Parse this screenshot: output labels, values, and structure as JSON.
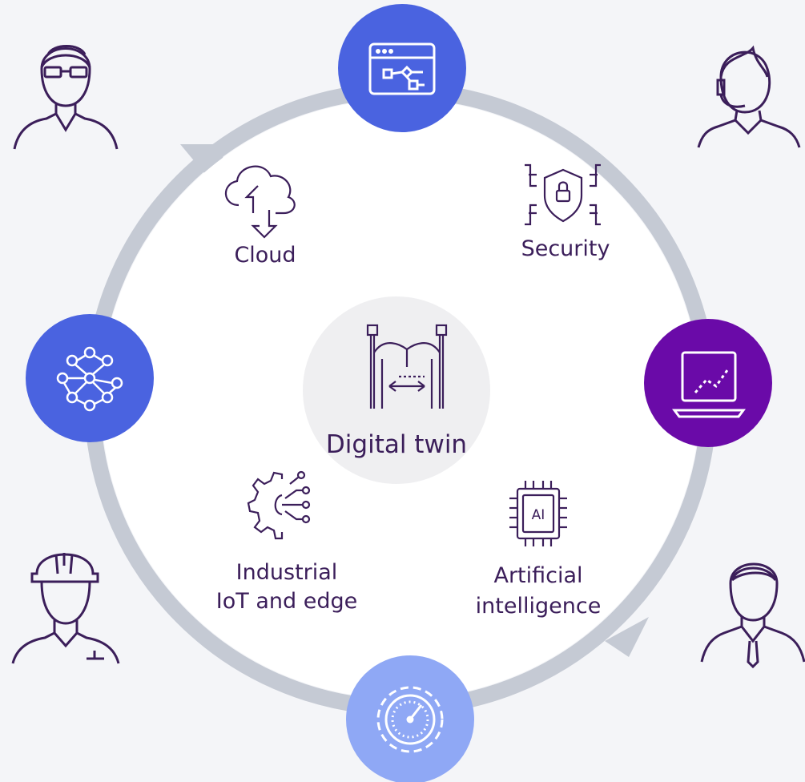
{
  "diagram": {
    "center_label": "Digital twin",
    "labels": {
      "cloud": "Cloud",
      "security": "Security",
      "iot_line1": "Industrial",
      "iot_line2": "IoT and edge",
      "ai_line1": "Artificial",
      "ai_line2": "intelligence"
    },
    "chip_text": "AI",
    "colors": {
      "background": "#f4f5f8",
      "ring": "#c5cad4",
      "inner_disc": "#ffffff",
      "center_disc": "#efeff1",
      "blue_node": "#4a63e0",
      "purple_node": "#6a0aa8",
      "light_blue_node": "#8fa8f5",
      "line": "#3b1e5a"
    },
    "icons": {
      "top_node": "workflow-window-icon",
      "right_node": "laptop-chart-icon",
      "bottom_node": "gauge-gear-icon",
      "left_node": "network-mesh-icon",
      "cloud": "cloud-sync-icon",
      "security": "shield-lock-circuit-icon",
      "iot": "gear-circuit-icon",
      "ai": "ai-chip-icon",
      "center": "digital-twin-icon"
    },
    "people": [
      "engineer-with-glasses",
      "support-agent-headset",
      "worker-hardhat",
      "businessman-tie"
    ]
  }
}
